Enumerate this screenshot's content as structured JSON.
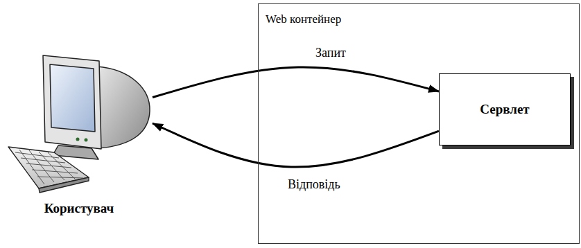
{
  "diagram": {
    "nodes": [
      {
        "text": [
          "Користувач"
        ]
      },
      {
        "text": [
          "Web контейнер"
        ]
      },
      {
        "text": [
          "Сервлет"
        ],
        "in": 1
      }
    ],
    "edges": [
      {
        "from": 0,
        "to": 2,
        "arrow": "to",
        "label": "Запит"
      },
      {
        "from": 2,
        "to": 0,
        "arrow": "to",
        "label": "Відповідь"
      }
    ]
  }
}
